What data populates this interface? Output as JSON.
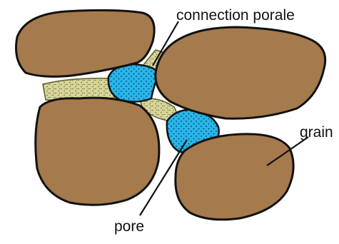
{
  "labels": {
    "connection": "connection porale",
    "grain": "grain",
    "pore": "pore"
  },
  "colors": {
    "grain_fill": "#a57a4c",
    "outline": "#111111",
    "pore_fill": "#29b6e8",
    "pore_dots": "#0a3a6e",
    "connection_fill": "#d8d69a",
    "connection_texture": "#6b6a2e",
    "background": "#ffffff"
  }
}
